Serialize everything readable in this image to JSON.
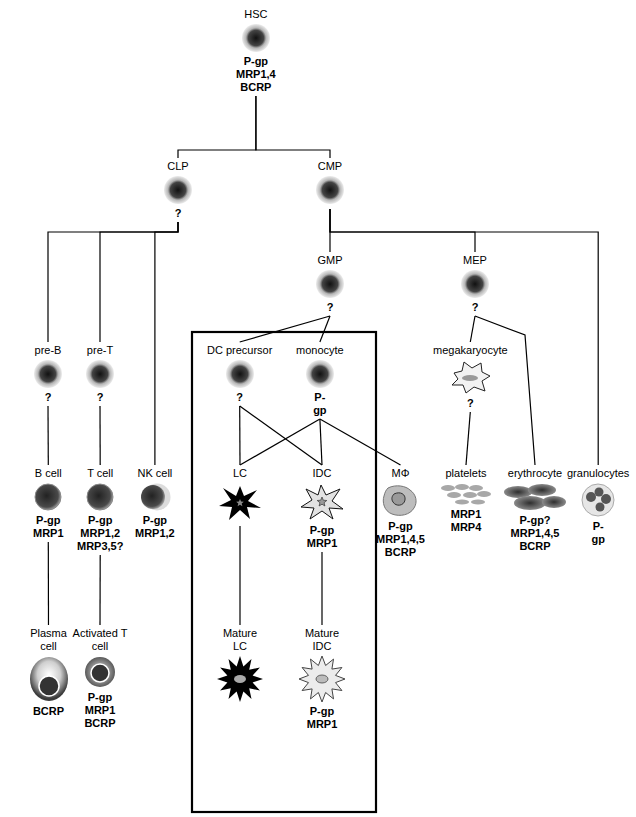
{
  "diagram": {
    "nodes": [
      {
        "text": [
          "HSC",
          "P-gp MRP1,4 BCRP"
        ]
      },
      {
        "text": [
          "CLP",
          "?"
        ]
      },
      {
        "text": [
          "CMP"
        ]
      },
      {
        "text": [
          "GMP",
          "?"
        ]
      },
      {
        "text": [
          "MEP",
          "?"
        ]
      },
      {
        "text": [
          "pre-B",
          "?"
        ]
      },
      {
        "text": [
          "pre-T",
          "?"
        ]
      },
      {
        "text": [
          "DC precursor",
          "?"
        ]
      },
      {
        "text": [
          "monocyte",
          "P-gp"
        ]
      },
      {
        "text": [
          "megakaryocyte",
          "?"
        ]
      },
      {
        "text": [
          "B cell",
          "P-gp MRP1"
        ]
      },
      {
        "text": [
          "T cell",
          "P-gp MRP1,2 MRP3,5?"
        ]
      },
      {
        "text": [
          "NK cell",
          "P-gp MRP1,2"
        ]
      },
      {
        "text": [
          "LC"
        ]
      },
      {
        "text": [
          "IDC",
          "P-gp MRP1"
        ]
      },
      {
        "text": [
          "MΦ",
          "P-gp MRP1,4,5 BCRP"
        ]
      },
      {
        "text": [
          "platelets",
          "MRP1 MRP4"
        ]
      },
      {
        "text": [
          "erythrocyte",
          "P-gp? MRP1,4,5 BCRP"
        ]
      },
      {
        "text": [
          "granulocytes",
          "P-gp"
        ]
      },
      {
        "text": [
          "Plasma cell",
          "BCRP"
        ]
      },
      {
        "text": [
          "Activated T cell",
          "P-gp MRP1 BCRP"
        ]
      },
      {
        "text": [
          "Mature LC"
        ]
      },
      {
        "text": [
          "Mature IDC",
          "P-gp MRP1"
        ]
      }
    ],
    "edges": [
      {
        "from": 0,
        "to": 1,
        "arrow": "none"
      },
      {
        "from": 0,
        "to": 2,
        "arrow": "none"
      },
      {
        "from": 1,
        "to": 5,
        "arrow": "none"
      },
      {
        "from": 1,
        "to": 6,
        "arrow": "none"
      },
      {
        "from": 1,
        "to": 12,
        "arrow": "none"
      },
      {
        "from": 2,
        "to": 3,
        "arrow": "none"
      },
      {
        "from": 2,
        "to": 4,
        "arrow": "none"
      },
      {
        "from": 2,
        "to": 18,
        "arrow": "none"
      },
      {
        "from": 3,
        "to": 7,
        "arrow": "none"
      },
      {
        "from": 3,
        "to": 8,
        "arrow": "none"
      },
      {
        "from": 4,
        "to": 9,
        "arrow": "none"
      },
      {
        "from": 4,
        "to": 17,
        "arrow": "none"
      },
      {
        "from": 5,
        "to": 10,
        "arrow": "none"
      },
      {
        "from": 6,
        "to": 11,
        "arrow": "none"
      },
      {
        "from": 7,
        "to": 13,
        "arrow": "none"
      },
      {
        "from": 7,
        "to": 14,
        "arrow": "none"
      },
      {
        "from": 8,
        "to": 13,
        "arrow": "none"
      },
      {
        "from": 8,
        "to": 14,
        "arrow": "none"
      },
      {
        "from": 8,
        "to": 15,
        "arrow": "none"
      },
      {
        "from": 9,
        "to": 16,
        "arrow": "none"
      },
      {
        "from": 10,
        "to": 19,
        "arrow": "none"
      },
      {
        "from": 11,
        "to": 20,
        "arrow": "none"
      },
      {
        "from": 13,
        "to": 21,
        "arrow": "none"
      },
      {
        "from": 14,
        "to": 22,
        "arrow": "none"
      }
    ]
  }
}
